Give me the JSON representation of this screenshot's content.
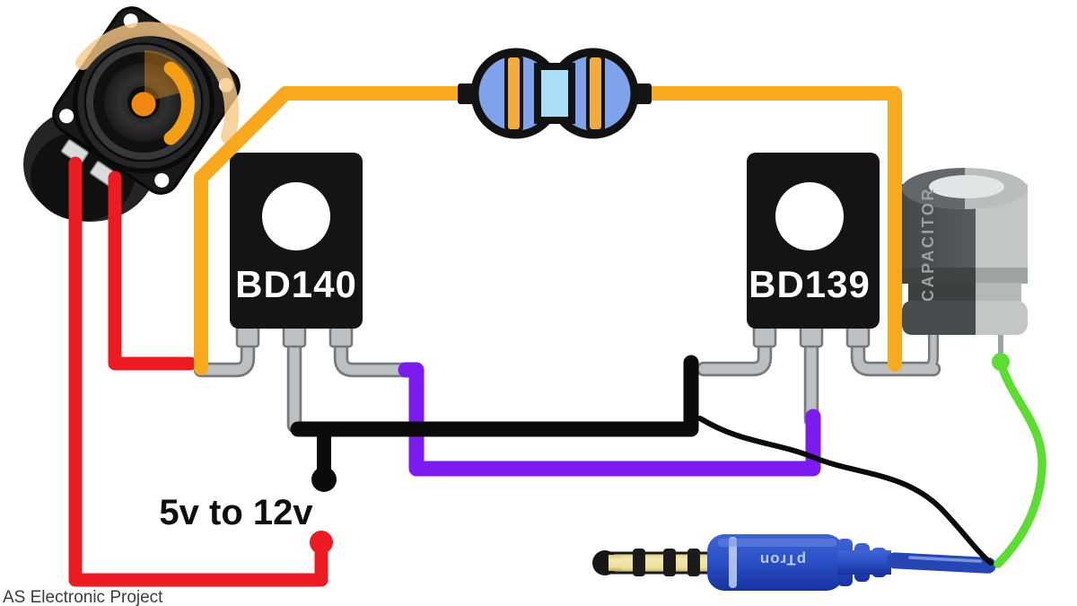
{
  "footer": {
    "credit": "AS Electronic Project"
  },
  "power": {
    "label": "5v to 12v"
  },
  "components": {
    "transistor_left": {
      "label": "BD140"
    },
    "transistor_right": {
      "label": "BD139"
    },
    "capacitor": {
      "label": "CAPACITOR"
    },
    "audio_jack": {
      "brand": "pTron"
    }
  },
  "colors": {
    "orange_wire": "#F8A91E",
    "red_wire": "#EC1B21",
    "black_wire": "#0B0B0B",
    "purple_wire": "#7B1BEF",
    "green_wire": "#5CDE30",
    "lead_gray": "#BDC0C2",
    "lead_edge": "#777A7C",
    "pale_arc": "#F6C884",
    "accent_orange": "#F49E16"
  }
}
